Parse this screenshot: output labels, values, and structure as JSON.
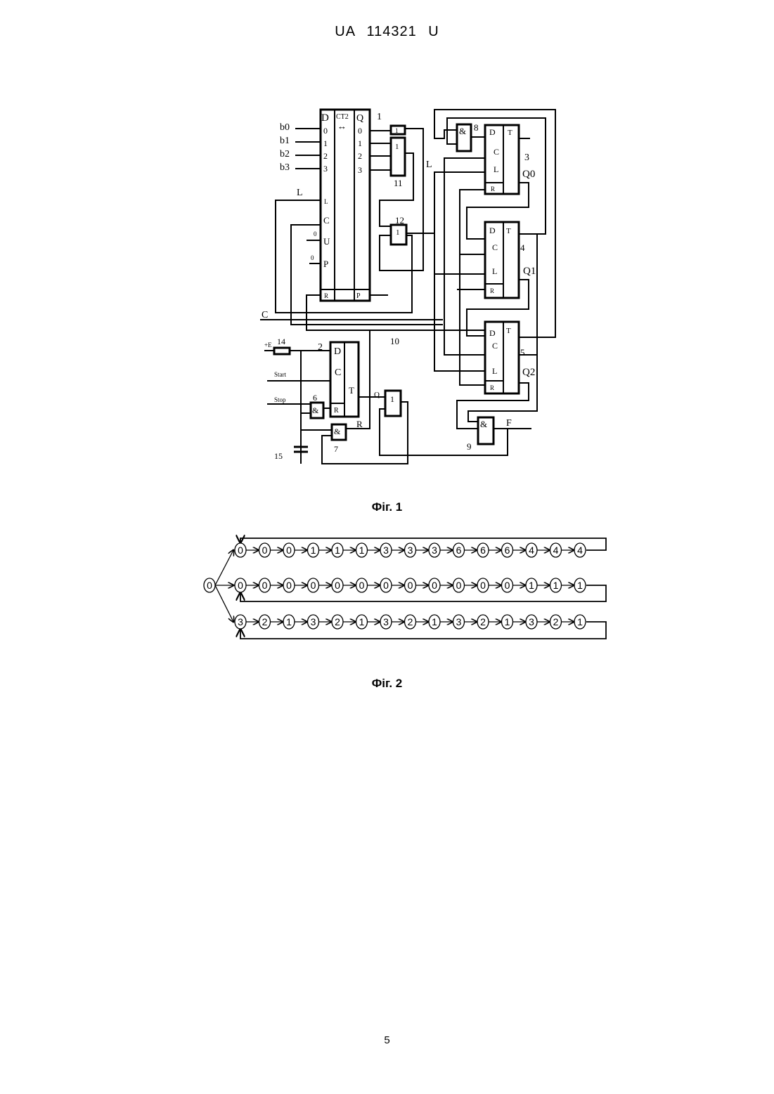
{
  "header": {
    "text": "UA   114321   U"
  },
  "figures": {
    "fig1": {
      "caption": "Фіг. 1",
      "inputs": [
        "b0",
        "b1",
        "b2",
        "b3"
      ],
      "counter": {
        "number": "1",
        "name": "CT2",
        "left_pins": [
          "D",
          "0",
          "1",
          "2",
          "3"
        ],
        "outputs": [
          "Q",
          "0",
          "1",
          "2",
          "3"
        ],
        "pin_L": "L",
        "pin_C": "C",
        "pin_U": "U",
        "pin_P": "P",
        "pin_R": "R",
        "pin_Pout": "P"
      },
      "labels": {
        "L1": "L",
        "L2": "L",
        "C_line": "C",
        "zero1": "0",
        "zero2": "0",
        "plusE": "+E",
        "start": "Start",
        "stop": "Stop",
        "Q": "Q",
        "R": "R",
        "F": "F",
        "line10": "10"
      },
      "element_numbers": {
        "n2": "2",
        "n3": "3",
        "n4": "4",
        "n5": "5",
        "n6": "6",
        "n7": "7",
        "n8": "8",
        "n9": "9",
        "n11": "11",
        "n12": "12",
        "n14": "14",
        "n15": "15"
      },
      "gates": {
        "and": "&",
        "or": "1"
      },
      "register": {
        "D": "D",
        "C": "C",
        "L": "L",
        "R": "R",
        "T": "T"
      },
      "register_outputs": [
        "Q0",
        "Q1",
        "Q2"
      ],
      "ff2": {
        "D": "D",
        "C": "C",
        "R": "R",
        "T": "T"
      }
    },
    "fig2": {
      "caption": "Фіг. 2",
      "start": "0",
      "rows": [
        [
          "0",
          "0",
          "0",
          "1",
          "1",
          "1",
          "3",
          "3",
          "3",
          "6",
          "6",
          "6",
          "4",
          "4",
          "4"
        ],
        [
          "0",
          "0",
          "0",
          "0",
          "0",
          "0",
          "0",
          "0",
          "0",
          "0",
          "0",
          "0",
          "1",
          "1",
          "1"
        ],
        [
          "3",
          "2",
          "1",
          "3",
          "2",
          "1",
          "3",
          "2",
          "1",
          "3",
          "2",
          "1",
          "3",
          "2",
          "1"
        ]
      ]
    }
  },
  "page_number": "5"
}
